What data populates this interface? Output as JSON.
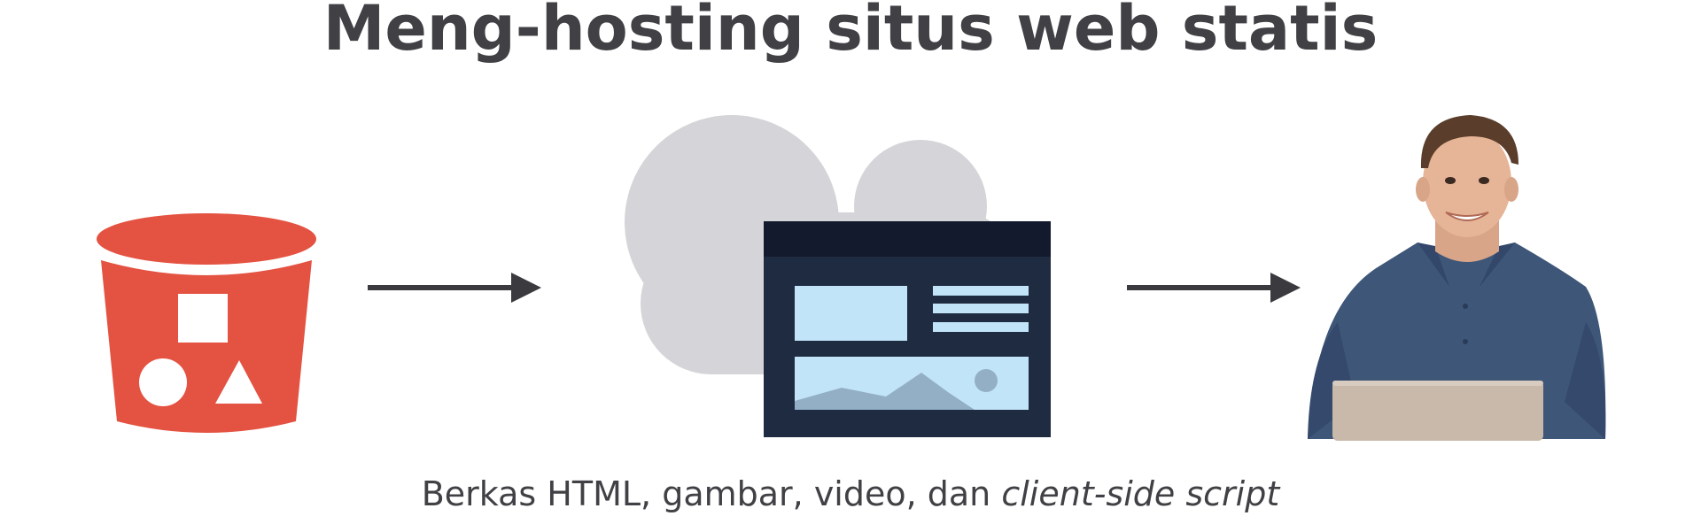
{
  "title": "Meng-hosting situs web statis",
  "caption": {
    "plain": "Berkas HTML, gambar, video, dan ",
    "italic": "client-side script"
  },
  "colors": {
    "title_text": "#404045",
    "bucket": "#e45241",
    "arrow": "#3a3a3f",
    "cloud": "#d5d5d9",
    "window_bar": "#141a2e",
    "window_body": "#1e2b40",
    "content_blocks": "#c2e4f8",
    "mountains": "#93afc6",
    "shirt": "#3e5678",
    "laptop": "#c9b9ab"
  },
  "icons": {
    "source": "storage-bucket-icon",
    "host": "cloud-webpage-icon",
    "viewer": "person-with-laptop-icon"
  }
}
